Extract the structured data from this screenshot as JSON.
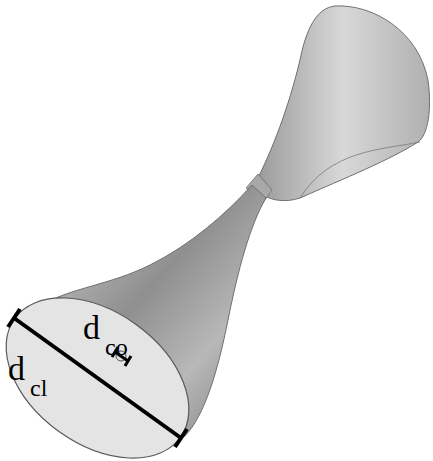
{
  "diagram": {
    "labels": [
      "d",
      "cl",
      "d",
      "co"
    ]
  }
}
